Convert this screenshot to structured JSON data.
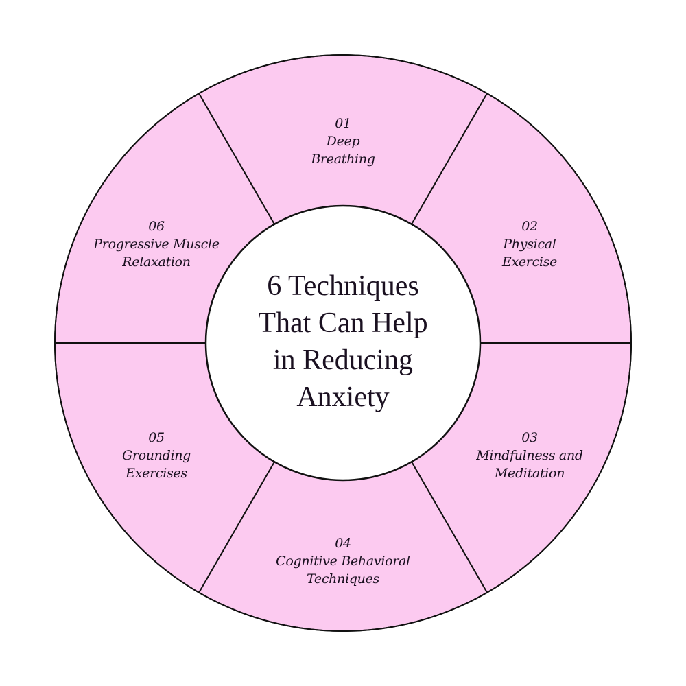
{
  "title_lines": [
    "6 Techniques",
    "That Can Help",
    "in Reducing",
    "Anxiety"
  ],
  "colors": {
    "segment_fill": "#fccaf0",
    "stroke": "#111111",
    "center_fill": "#ffffff",
    "text": "#1a1020"
  },
  "techniques": [
    {
      "number": "01",
      "lines": [
        "Deep",
        "Breathing"
      ]
    },
    {
      "number": "02",
      "lines": [
        "Physical",
        "Exercise"
      ]
    },
    {
      "number": "03",
      "lines": [
        "Mindfulness and",
        "Meditation"
      ]
    },
    {
      "number": "04",
      "lines": [
        "Cognitive Behavioral",
        "Techniques"
      ]
    },
    {
      "number": "05",
      "lines": [
        "Grounding",
        "Exercises"
      ]
    },
    {
      "number": "06",
      "lines": [
        "Progressive Muscle",
        "Relaxation"
      ]
    }
  ]
}
